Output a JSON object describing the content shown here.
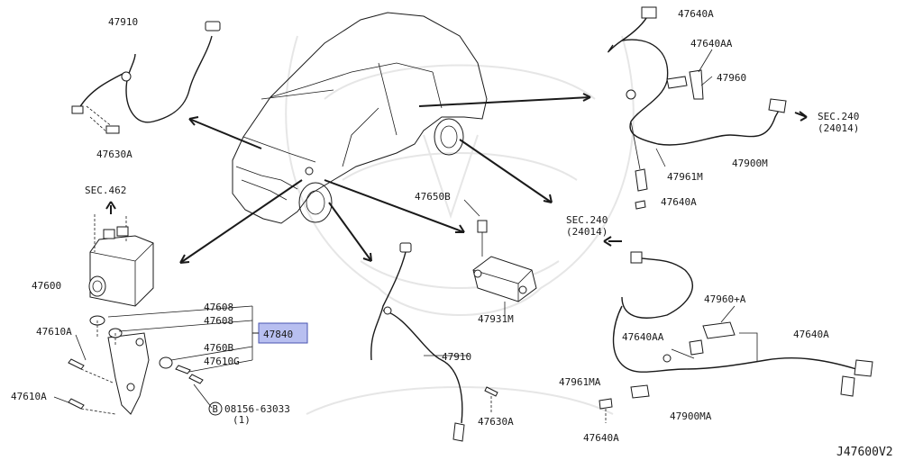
{
  "diagram_code": "J47600V2",
  "watermark_icon": "samurai-helmet-watermark",
  "highlight_color": "#b8bff0",
  "labels": {
    "sec462": "SEC.462",
    "sec240_top": "SEC.240",
    "sec240_top_sub": "(24014)",
    "sec240_mid": "SEC.240",
    "sec240_mid_sub": "(24014)",
    "p47910_top": "47910",
    "p47630a_top": "47630A",
    "p47600": "47600",
    "p47608_a": "47608",
    "p47608_b": "47608",
    "p47840": "47840",
    "p4760b": "4760B",
    "p47610g": "47610G",
    "p47610a_left": "47610A",
    "p47610a_bottom": "47610A",
    "bolt_code": "08156-63033",
    "bolt_marker": "B",
    "bolt_qty": "(1)",
    "p47650b": "47650B",
    "p47931m": "47931M",
    "p47910_mid": "47910",
    "p47630a_mid": "47630A",
    "p47640a_top": "47640A",
    "p47640aa_top": "47640AA",
    "p47960": "47960",
    "p47900m": "47900M",
    "p47961m": "47961M",
    "p47640a_mid": "47640A",
    "p47960a": "47960+A",
    "p47640aa_bot": "47640AA",
    "p47640a_right": "47640A",
    "p47961ma": "47961MA",
    "p47900ma": "47900MA",
    "p47640a_bot": "47640A"
  }
}
